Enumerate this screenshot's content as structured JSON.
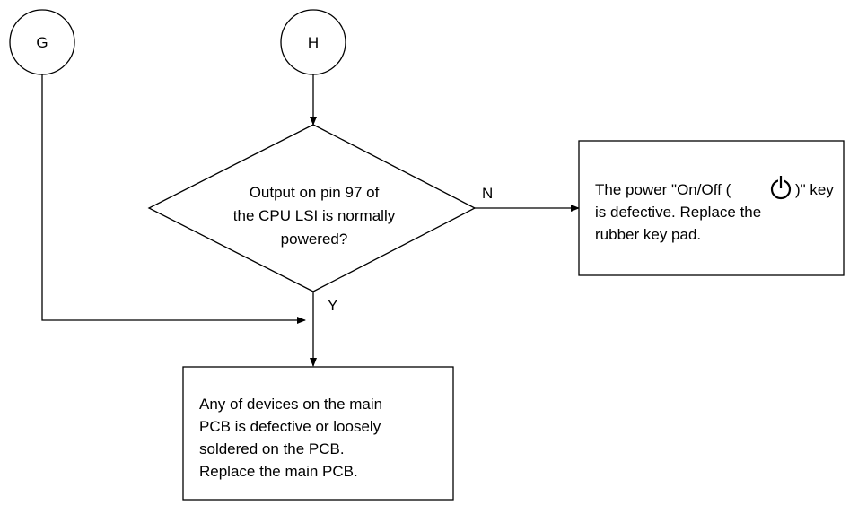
{
  "connectors": {
    "g": "G",
    "h": "H"
  },
  "decision": {
    "lines": [
      "Output on pin 97 of",
      "the CPU LSI is normally",
      "powered?"
    ]
  },
  "edge_labels": {
    "no": "N",
    "yes": "Y"
  },
  "result_no": {
    "line1_before_icon": "The power \"On/Off (",
    "line1_after_icon": ")\" key",
    "icon": "power-icon",
    "lines": [
      "is defective.  Replace the",
      "rubber key pad."
    ]
  },
  "result_yes": {
    "lines": [
      "Any of devices on the main",
      "PCB is defective or loosely",
      "soldered on the PCB.",
      "Replace the main PCB."
    ]
  },
  "colors": {
    "stroke": "#000000",
    "background": "#ffffff"
  }
}
